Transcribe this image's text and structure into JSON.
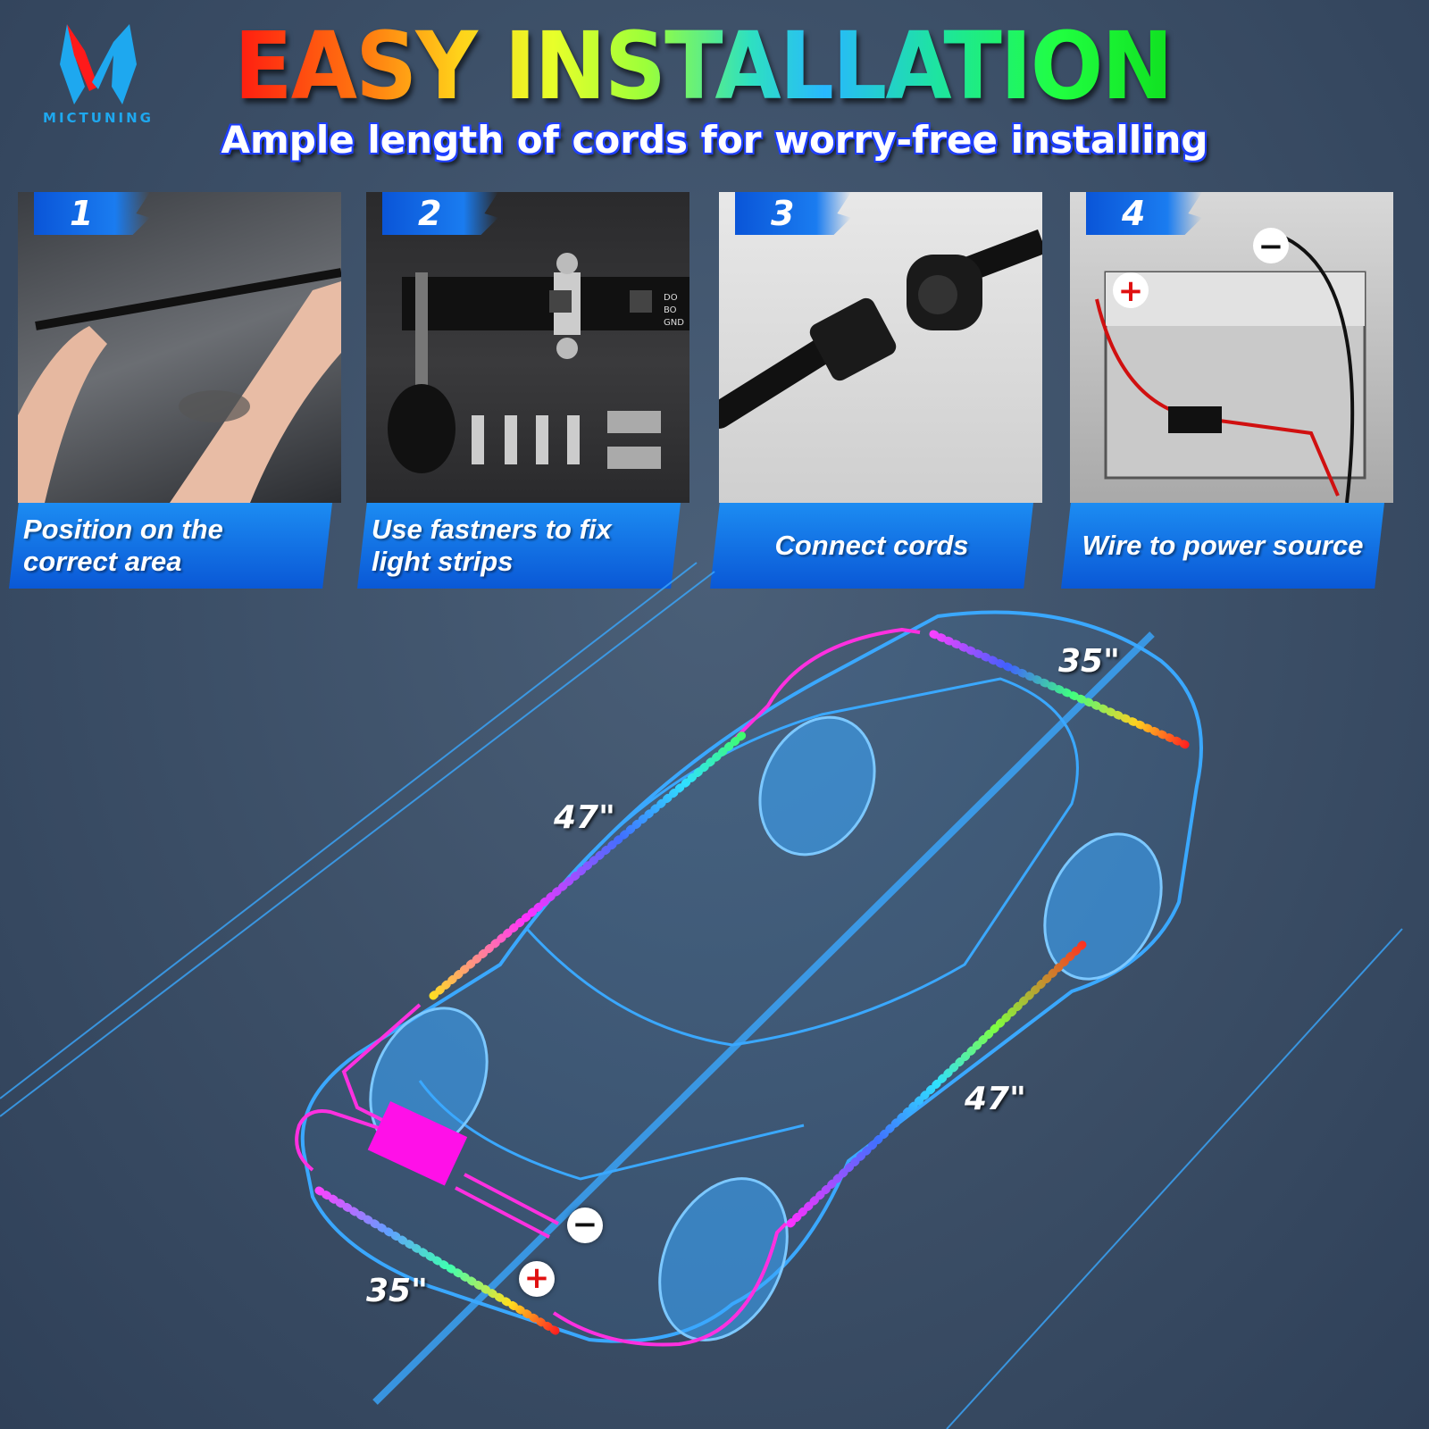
{
  "brand": {
    "logo_text": "MICTUNING",
    "colors": {
      "blue": "#1ea8ef",
      "red": "#ff1a1a"
    }
  },
  "header": {
    "title": "EASY INSTALLATION",
    "subtitle": "Ample length of cords for worry-free installing"
  },
  "steps": [
    {
      "number": "1",
      "caption": "Position on the correct area",
      "image": "hands-holding-strip-under-car"
    },
    {
      "number": "2",
      "caption": "Use fastners to fix light strips",
      "image": "strip-clip-screws",
      "strip_labels": [
        "DO",
        "BO",
        "GND"
      ]
    },
    {
      "number": "3",
      "caption": "Connect cords",
      "image": "waterproof-connector"
    },
    {
      "number": "4",
      "caption": "Wire to power source",
      "image": "car-battery-wiring",
      "polarity": [
        "+",
        "−"
      ]
    }
  ],
  "diagram": {
    "measurements": {
      "rear": "35\"",
      "left": "47\"",
      "right": "47\"",
      "front": "35\""
    },
    "polarity": {
      "negative": "−",
      "positive": "+"
    },
    "colors": {
      "car_outline": "#3aa8ff",
      "wire": "#ff30e0",
      "control_box": "#ff10e8"
    }
  }
}
